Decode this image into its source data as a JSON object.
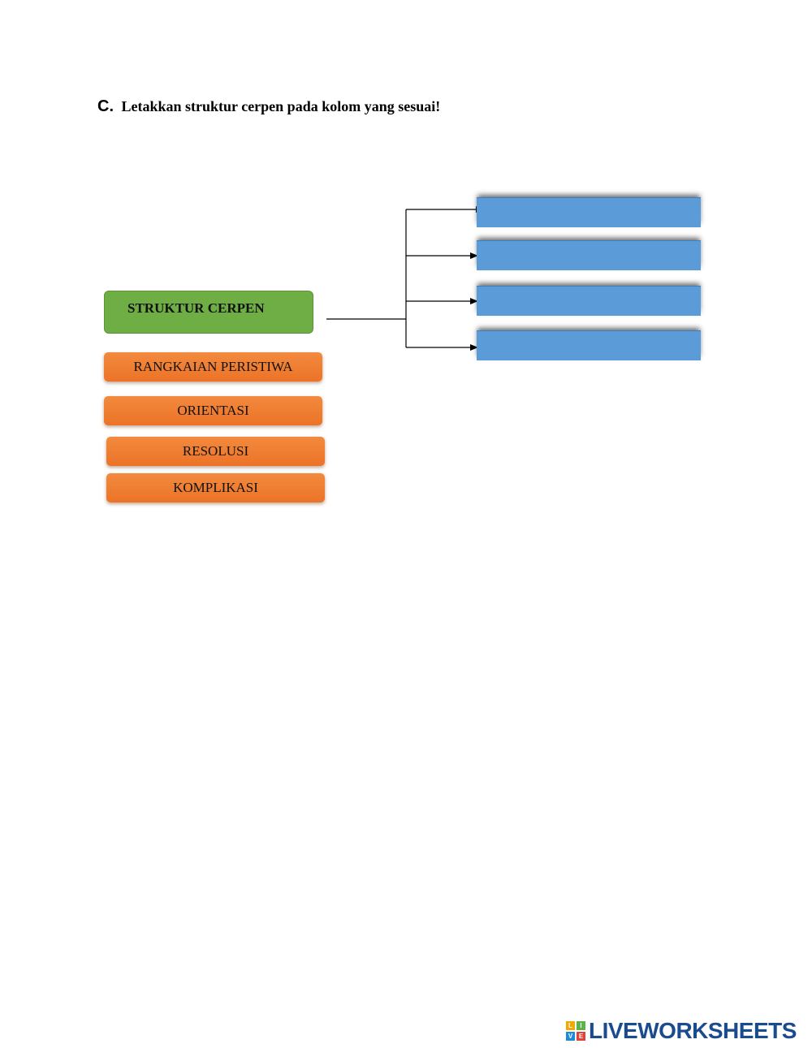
{
  "instruction": {
    "letter": "C.",
    "text": "Letakkan struktur cerpen pada kolom yang sesuai!"
  },
  "diagram": {
    "root_label": "STRUKTUR CERPEN",
    "drop_slots": [
      "",
      "",
      "",
      ""
    ]
  },
  "answer_options": [
    "RANGKAIAN PERISTIWA",
    "ORIENTASI",
    "RESOLUSI",
    "KOMPLIKASI"
  ],
  "colors": {
    "root_fill": "#6fae45",
    "option_fill": "#ec7327",
    "drop_fill": "#5a9bd8",
    "brand": "#1b4b8f"
  },
  "branding": {
    "logo_letters": [
      "L",
      "I",
      "V",
      "E"
    ],
    "logo_text": "LIVEWORKSHEETS"
  }
}
